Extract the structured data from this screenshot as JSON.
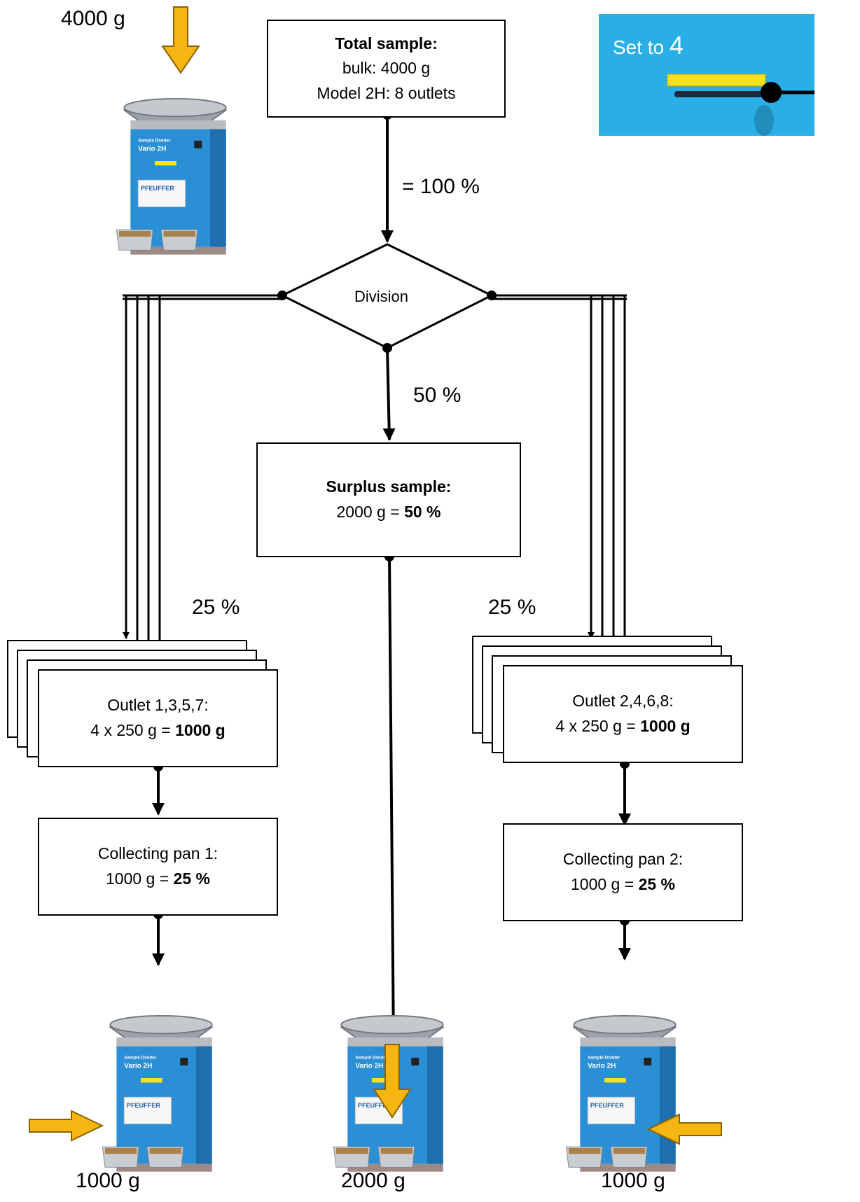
{
  "weights": {
    "input": "4000 g",
    "out_left": "1000 g",
    "out_center": "2000 g",
    "out_right": "1000 g"
  },
  "setting": {
    "prefix": "Set to",
    "value": "4"
  },
  "total_box": {
    "title": "Total sample:",
    "line1": "bulk: 4000 g",
    "line2": "Model 2H: 8 outlets"
  },
  "percent_labels": {
    "total": "= 100 %",
    "surplus": "50 %",
    "left": "25 %",
    "right": "25 %"
  },
  "division_label": "Division",
  "surplus_box": {
    "title": "Surplus sample:",
    "line1_prefix": "2000 g = ",
    "line1_bold": "50 %"
  },
  "outlet_left": {
    "line1": "Outlet 1,3,5,7:",
    "line2_prefix": "4 x 250 g = ",
    "line2_bold": "1000 g"
  },
  "outlet_right": {
    "line1": "Outlet 2,4,6,8:",
    "line2_prefix": "4 x 250 g = ",
    "line2_bold": "1000 g"
  },
  "pan_left": {
    "line1": "Collecting pan 1:",
    "line2_prefix": "1000 g = ",
    "line2_bold": "25 %"
  },
  "pan_right": {
    "line1": "Collecting pan 2:",
    "line2_prefix": "1000 g = ",
    "line2_bold": "25 %"
  },
  "machine_labels": {
    "small": "Sample Divider",
    "model": "Vario 2H",
    "brand": "PFEUFFER"
  },
  "colors": {
    "machine_blue": "#2b8fd6",
    "arrow_orange": "#f7b512",
    "panel_blue": "#29aee5",
    "slider_yellow": "#f5e11c"
  }
}
